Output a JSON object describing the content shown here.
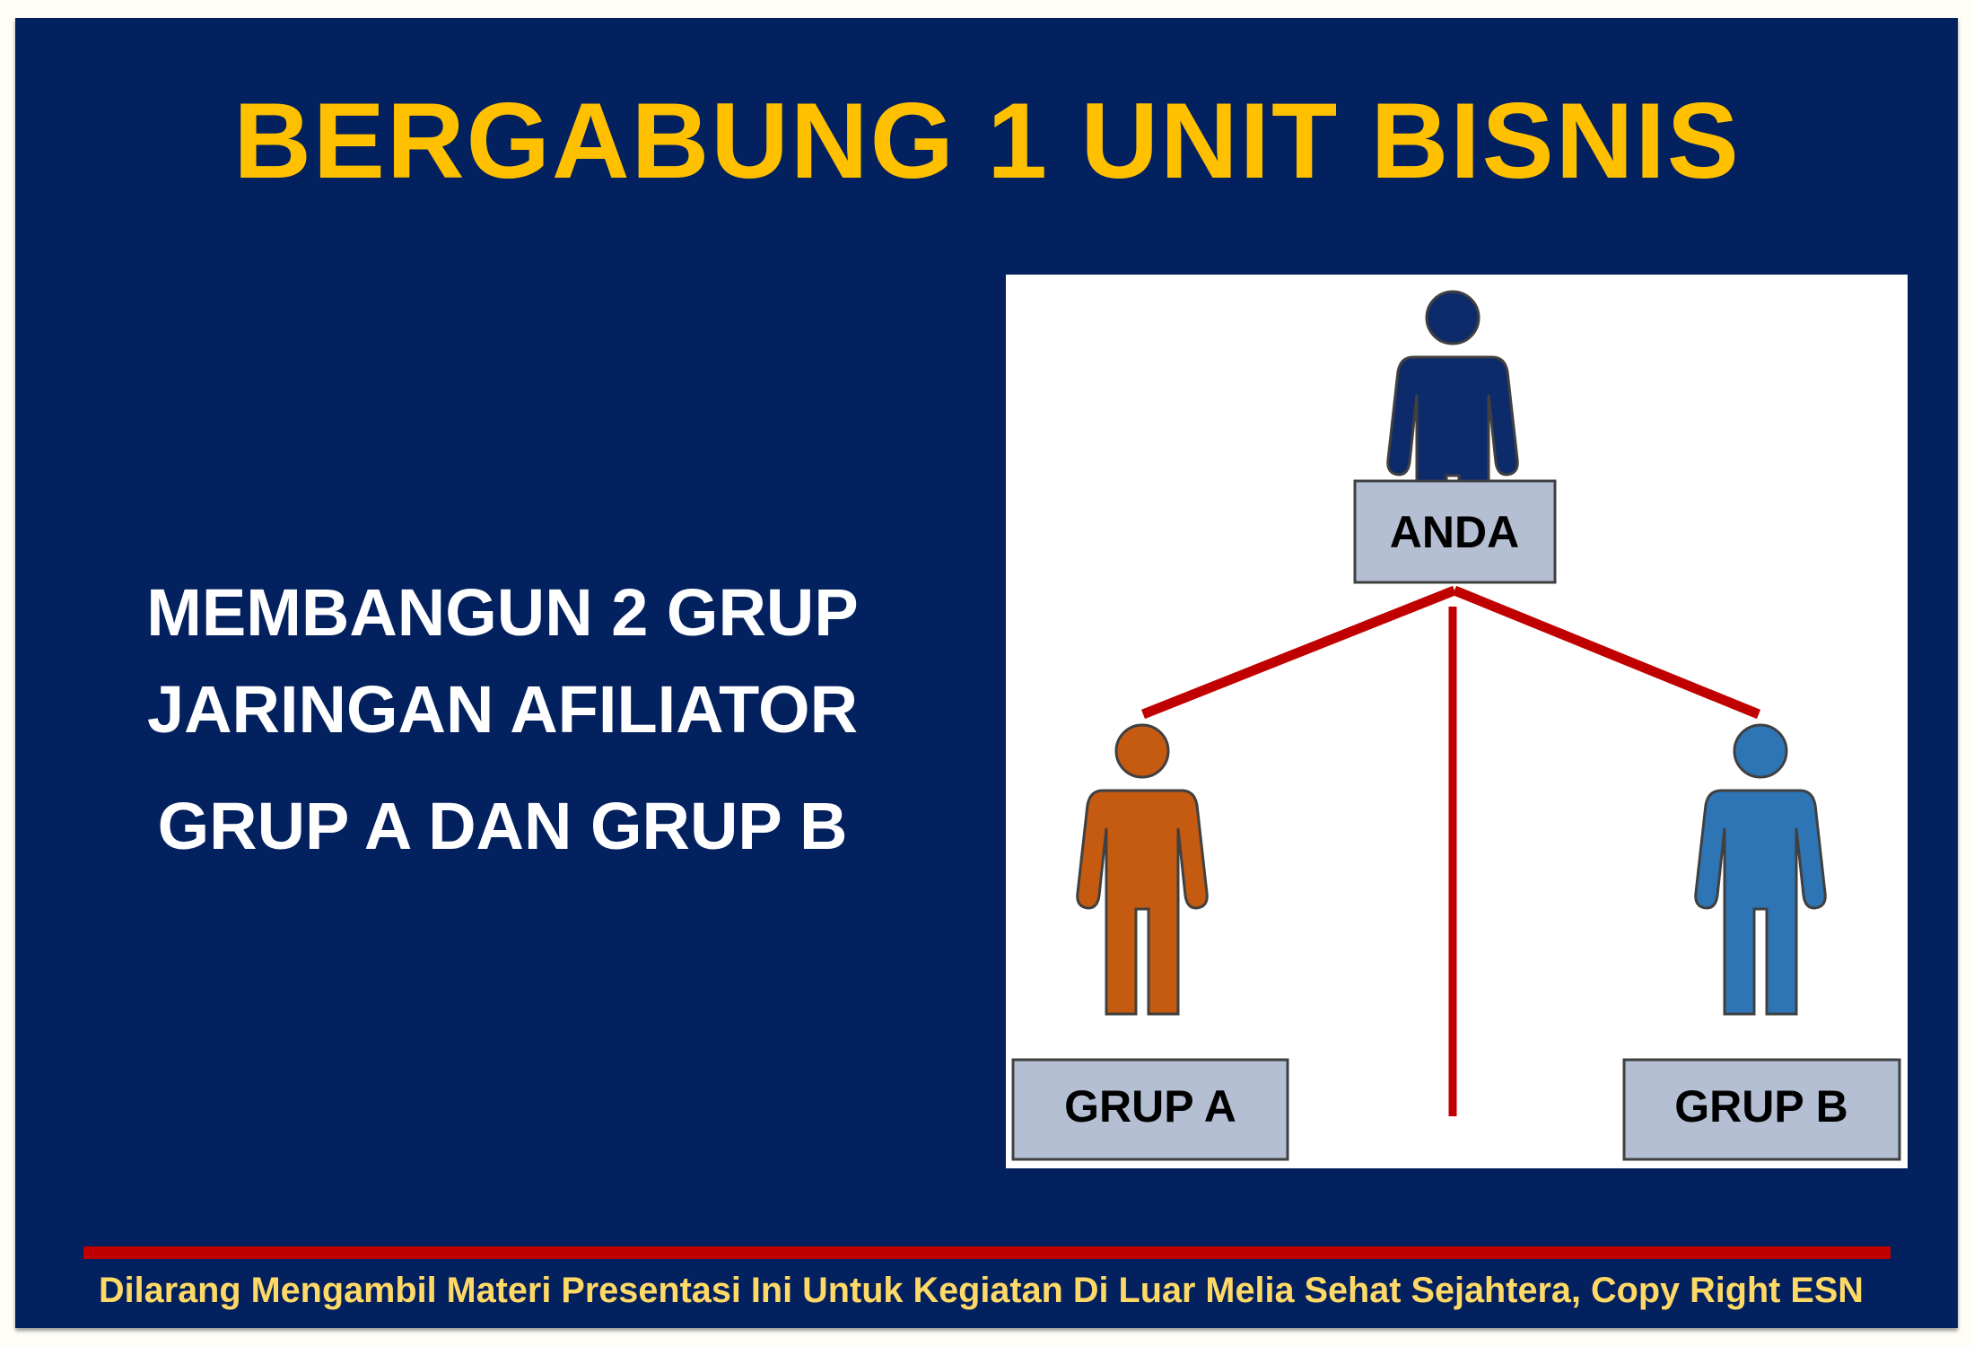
{
  "title": "BERGABUNG 1 UNIT BISNIS",
  "description": {
    "line1": "MEMBANGUN 2 GRUP",
    "line2": "JARINGAN AFILIATOR",
    "line3": "GRUP A DAN GRUP B"
  },
  "diagram": {
    "top_label": "ANDA",
    "left_label": "GRUP A",
    "right_label": "GRUP B",
    "colors": {
      "top_person": "#0d2a6b",
      "left_person": "#c55a11",
      "right_person": "#2e75b6",
      "connector": "#c00000",
      "label_box": "#b4bfd3"
    }
  },
  "footer": "Dilarang Mengambil Materi Presentasi Ini Untuk Kegiatan Di Luar Melia Sehat Sejahtera, Copy Right ESN"
}
